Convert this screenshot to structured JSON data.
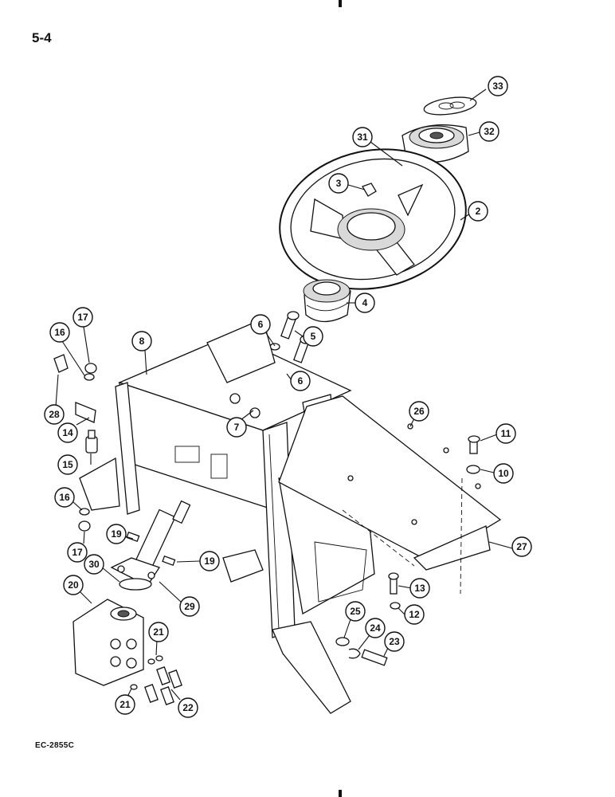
{
  "header": {
    "page_number": "5-4"
  },
  "footer": {
    "drawing_code": "EC-2855C"
  },
  "callouts": [
    {
      "id": "c33",
      "label": "33"
    },
    {
      "id": "c32",
      "label": "32"
    },
    {
      "id": "c31",
      "label": "31"
    },
    {
      "id": "c3",
      "label": "3"
    },
    {
      "id": "c2",
      "label": "2"
    },
    {
      "id": "c4",
      "label": "4"
    },
    {
      "id": "c5",
      "label": "5"
    },
    {
      "id": "c6a",
      "label": "6"
    },
    {
      "id": "c6b",
      "label": "6"
    },
    {
      "id": "c17a",
      "label": "17"
    },
    {
      "id": "c16a",
      "label": "16"
    },
    {
      "id": "c8",
      "label": "8"
    },
    {
      "id": "c28",
      "label": "28"
    },
    {
      "id": "c14",
      "label": "14"
    },
    {
      "id": "c7",
      "label": "7"
    },
    {
      "id": "c26",
      "label": "26"
    },
    {
      "id": "c11",
      "label": "11"
    },
    {
      "id": "c10",
      "label": "10"
    },
    {
      "id": "c15",
      "label": "15"
    },
    {
      "id": "c16b",
      "label": "16"
    },
    {
      "id": "c17b",
      "label": "17"
    },
    {
      "id": "c19a",
      "label": "19"
    },
    {
      "id": "c19b",
      "label": "19"
    },
    {
      "id": "c30",
      "label": "30"
    },
    {
      "id": "c20",
      "label": "20"
    },
    {
      "id": "c29",
      "label": "29"
    },
    {
      "id": "c27",
      "label": "27"
    },
    {
      "id": "c13",
      "label": "13"
    },
    {
      "id": "c12",
      "label": "12"
    },
    {
      "id": "c25",
      "label": "25"
    },
    {
      "id": "c24",
      "label": "24"
    },
    {
      "id": "c23",
      "label": "23"
    },
    {
      "id": "c21a",
      "label": "21"
    },
    {
      "id": "c21b",
      "label": "21"
    },
    {
      "id": "c22",
      "label": "22"
    }
  ]
}
